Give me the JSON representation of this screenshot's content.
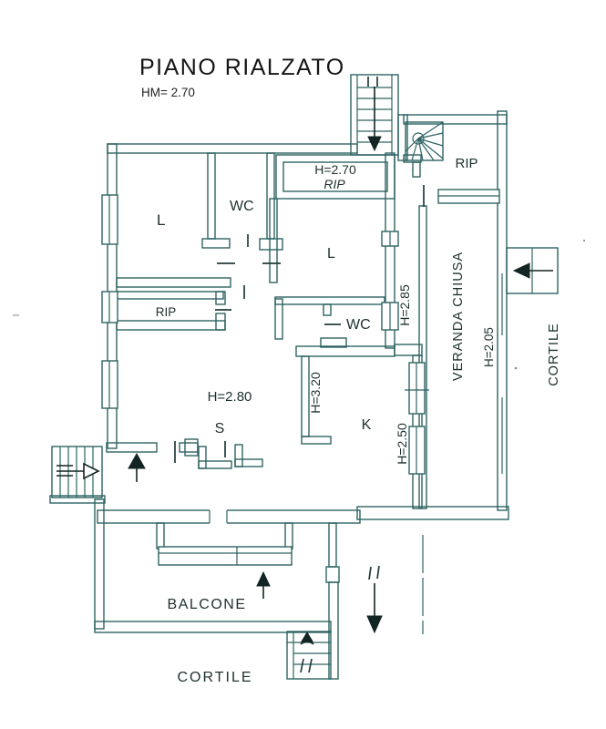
{
  "title": "PIANO RIALZATO",
  "subtitle": "HM= 2.70",
  "labels": {
    "room_l_top": "L",
    "room_wc_top": "WC",
    "closet_height": "H=2.70",
    "closet_name": "RIP",
    "room_rip_topright": "RIP",
    "room_l_mid": "L",
    "h_285": "H=2.85",
    "room_rip_left": "RIP",
    "room_wc_mid": "WC",
    "h_320": "H=3.20",
    "h_280": "H=2.80",
    "room_s": "S",
    "room_k": "K",
    "h_250": "H=2.50",
    "veranda": "VERANDA CHIUSA",
    "h_205": "H=2.05",
    "cortile_right": "CORTILE",
    "balcone": "BALCONE",
    "cortile_bottom": "CORTILE"
  },
  "colors": {
    "plan_line": "#2d6362",
    "text": "#1c2e2c",
    "title": "#151515",
    "access_marker": "#132522",
    "background": "#ffffff"
  }
}
